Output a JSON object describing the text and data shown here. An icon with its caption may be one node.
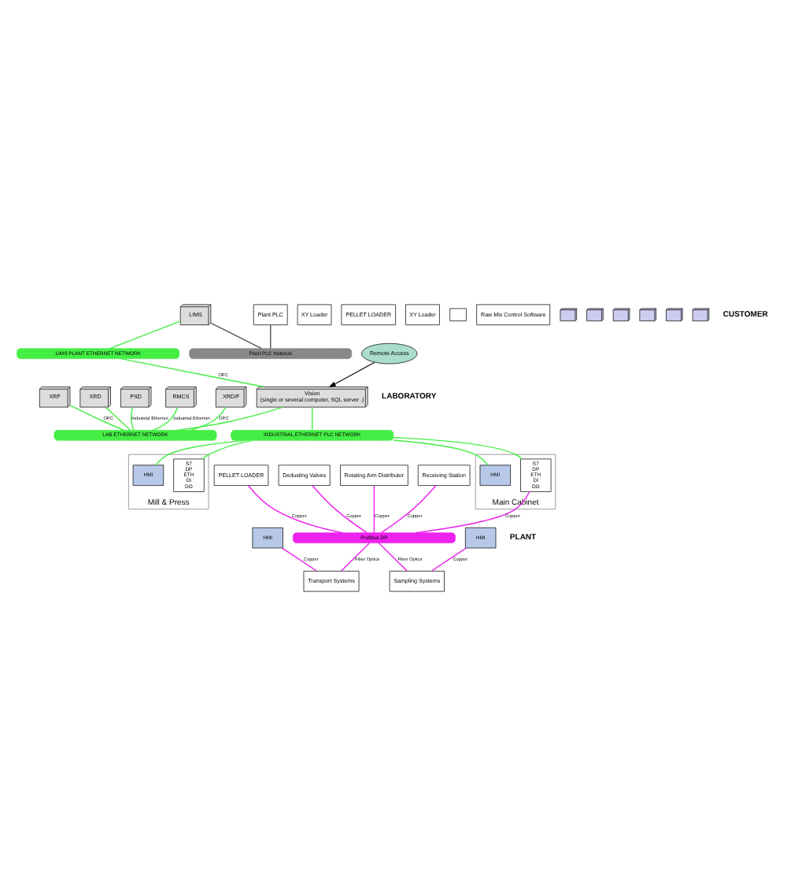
{
  "diagram": {
    "nodes": [
      {
        "text": [
          "Plant PLC"
        ]
      },
      {
        "text": [
          "Plant PLC Network"
        ]
      },
      {
        "text": [
          "LIMS"
        ]
      },
      {
        "text": [
          "LIMS PLANT ETHERNET NETWORK"
        ]
      },
      {
        "text": [
          "XRD/F"
        ]
      },
      {
        "text": [
          "XY Loader"
        ]
      },
      {
        "text": [
          "XRF"
        ]
      },
      {
        "text": [
          "PELLET LOADER"
        ]
      },
      {
        "text": [
          "XRD"
        ]
      },
      {
        "text": [
          "XY Loader"
        ]
      },
      {
        "text": [
          "PSD"
        ]
      },
      {
        "text": [],
        "shape": "box"
      },
      {
        "text": [
          "RMCS"
        ]
      },
      {
        "text": [
          "Raw Mix Control Software"
        ]
      },
      {
        "text": [
          "Vision",
          "(single or several computer, SQL server .)"
        ]
      },
      {
        "text": [
          "Remote Access"
        ]
      },
      {
        "text": [
          "LAB ETHERNET NETWORK"
        ]
      },
      {
        "text": [
          "INDUSTRIAL ETHERNET PLC NETWORK"
        ]
      },
      {
        "text": [
          "Mill & Press"
        ]
      },
      {
        "text": [
          "HMI"
        ],
        "in": 18
      },
      {
        "text": [
          "S7",
          "DP",
          "ETH",
          "DI",
          "DO"
        ],
        "in": 18
      },
      {
        "text": [
          "PELLET LOADER"
        ]
      },
      {
        "text": [
          "Dedusting Valves"
        ]
      },
      {
        "text": [
          "Rotating Arm Distributor"
        ]
      },
      {
        "text": [
          "Receiving Station"
        ]
      },
      {
        "text": [
          "Main Cabinet"
        ]
      },
      {
        "text": [
          "HMI"
        ],
        "in": 25
      },
      {
        "text": [
          "S7",
          "DP",
          "ETH",
          "DI",
          "DO"
        ],
        "in": 25
      },
      {
        "text": [
          "Profibus DP"
        ]
      },
      {
        "text": [
          "HMI"
        ]
      },
      {
        "text": [
          "Transport Systems"
        ]
      },
      {
        "text": [
          "HMI"
        ]
      },
      {
        "text": [
          "Sampling Systems"
        ]
      },
      {
        "text": [],
        "shape": "computer"
      },
      {
        "text": [],
        "shape": "computer"
      },
      {
        "text": [],
        "shape": "computer"
      },
      {
        "text": [],
        "shape": "computer"
      },
      {
        "text": [],
        "shape": "computer"
      },
      {
        "text": [],
        "shape": "computer"
      }
    ],
    "edges": [
      {
        "from": 0,
        "to": 1,
        "arrow": "none",
        "color": "#555555"
      },
      {
        "from": 2,
        "to": 1,
        "arrow": "none",
        "color": "#555555"
      },
      {
        "from": 2,
        "to": 3,
        "arrow": "none"
      },
      {
        "from": 3,
        "to": 14,
        "arrow": "none",
        "label": "OPC"
      },
      {
        "from": 4,
        "to": 16,
        "arrow": "none",
        "label": "OPC"
      },
      {
        "from": 6,
        "to": 16,
        "arrow": "none",
        "label": "OPC"
      },
      {
        "from": 8,
        "to": 16,
        "arrow": "none"
      },
      {
        "from": 10,
        "to": 16,
        "arrow": "none",
        "label": "Industrial Ethernet"
      },
      {
        "from": 12,
        "to": 16,
        "arrow": "none",
        "label": "Industrial Ethernet"
      },
      {
        "from": 14,
        "to": 16,
        "arrow": "none"
      },
      {
        "from": 15,
        "to": 14,
        "arrow": "to",
        "color": "#000000"
      },
      {
        "from": 14,
        "to": 17,
        "arrow": "none"
      },
      {
        "from": 17,
        "to": 19,
        "arrow": "none"
      },
      {
        "from": 17,
        "to": 20,
        "arrow": "none"
      },
      {
        "from": 17,
        "to": 26,
        "arrow": "none"
      },
      {
        "from": 17,
        "to": 27,
        "arrow": "none"
      },
      {
        "from": 21,
        "to": 28,
        "arrow": "none",
        "label": "Copper",
        "color": "#ee22ee"
      },
      {
        "from": 22,
        "to": 28,
        "arrow": "none",
        "label": "Copper",
        "color": "#ee22ee"
      },
      {
        "from": 23,
        "to": 28,
        "arrow": "none",
        "label": "Copper",
        "color": "#ee22ee"
      },
      {
        "from": 24,
        "to": 28,
        "arrow": "none",
        "label": "Copper",
        "color": "#ee22ee"
      },
      {
        "from": 27,
        "to": 28,
        "arrow": "none",
        "label": "Copper",
        "color": "#ee22ee"
      },
      {
        "from": 28,
        "to": 30,
        "arrow": "none",
        "label": "Fiber Optics",
        "color": "#ee22ee"
      },
      {
        "from": 28,
        "to": 32,
        "arrow": "none",
        "label": "Fiber Optics",
        "color": "#ee22ee"
      },
      {
        "from": 29,
        "to": 30,
        "arrow": "none",
        "label": "Copper",
        "color": "#ee22ee"
      },
      {
        "from": 31,
        "to": 32,
        "arrow": "none",
        "label": "Copper",
        "color": "#ee22ee"
      }
    ],
    "labels": [
      "CUSTOMER",
      "LABORATORY",
      "PLANT"
    ]
  }
}
